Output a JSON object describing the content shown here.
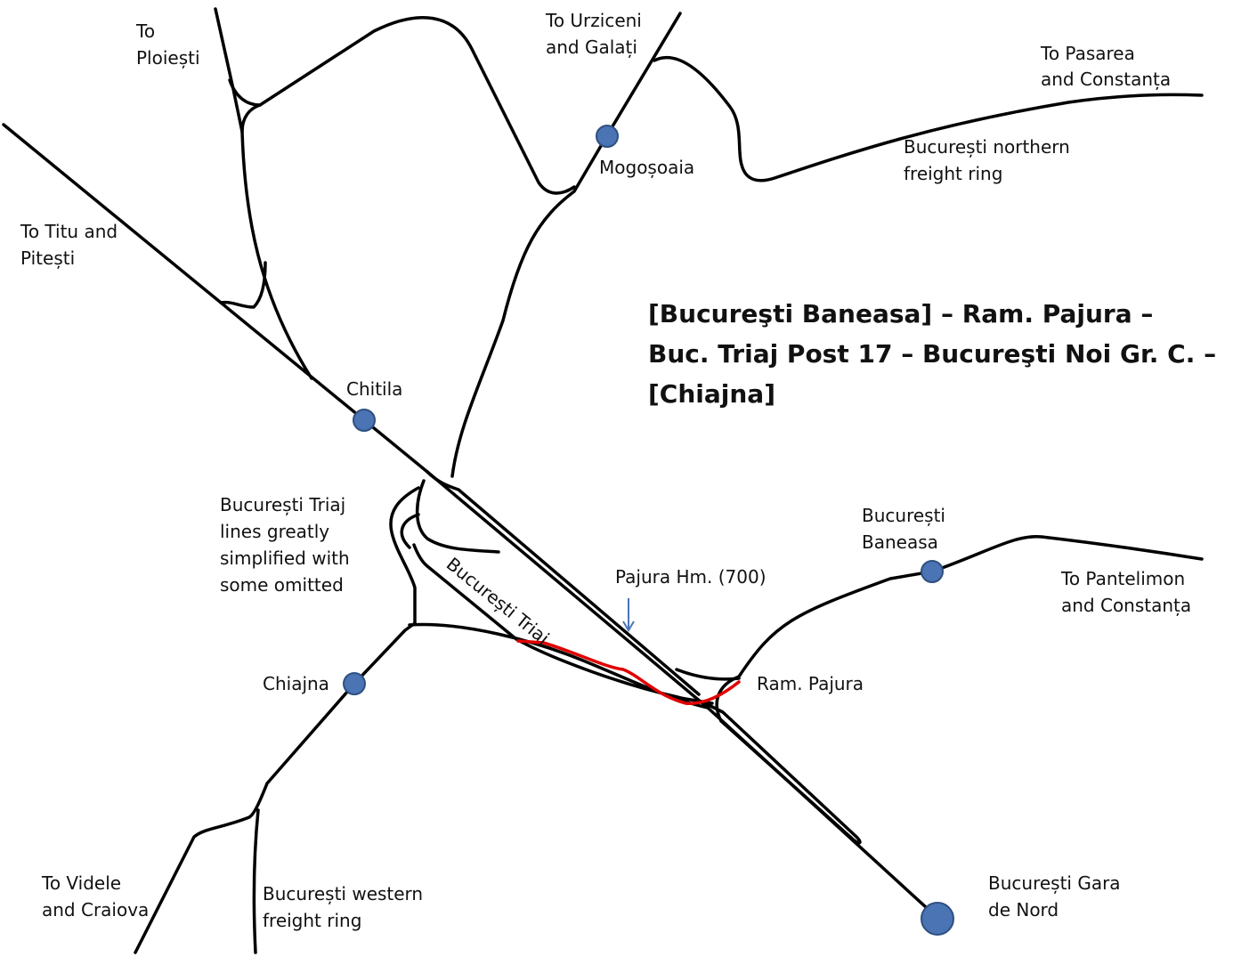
{
  "title": {
    "lines": [
      "[Bucureşti Baneasa] – Ram. Pajura –",
      "Buc. Triaj Post 17 – Bucureşti Noi Gr. C. –",
      "[Chiajna]"
    ]
  },
  "labels": {
    "to_ploiesti": [
      "To",
      "Ploiești"
    ],
    "to_urziceni": [
      "To Urziceni",
      "and Galați"
    ],
    "to_pasarea": [
      "To Pasarea",
      "and Constanța"
    ],
    "northern_ring": [
      "București northern",
      "freight ring"
    ],
    "to_titu": [
      "To Titu and",
      "Pitești"
    ],
    "triaj_note": [
      "București Triaj",
      "lines greatly",
      "simplified with",
      "some omitted"
    ],
    "baneasa": [
      "București",
      "Baneasa"
    ],
    "to_pantelimon": [
      "To Pantelimon",
      "and Constanța"
    ],
    "to_videle": [
      "To Videle",
      "and  Craiova"
    ],
    "western_ring": [
      "București western",
      "freight ring"
    ],
    "gara_de_nord": [
      "București Gara",
      "de Nord"
    ],
    "mogosoaia": "Mogoșoaia",
    "chitila": "Chitila",
    "chiajna": "Chiajna",
    "pajura_hm": "Pajura Hm. (700)",
    "ram_pajura": "Ram. Pajura",
    "bucuresti_triaj": "București Triaj"
  },
  "colors": {
    "track": "#000000",
    "route": "#e00000",
    "station": "#4a74b4",
    "station_stroke": "#2f4f80",
    "arrow": "#4a74b4"
  }
}
